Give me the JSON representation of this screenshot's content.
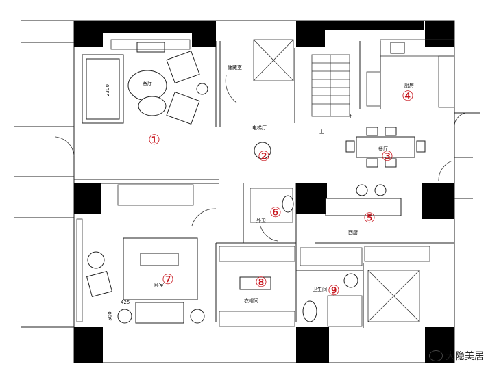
{
  "rooms": [
    {
      "id": "living",
      "label": "客厅",
      "number": "①"
    },
    {
      "id": "hall",
      "label": "电梯厅",
      "number": "②"
    },
    {
      "id": "dining",
      "label": "餐厅",
      "number": "③"
    },
    {
      "id": "kitchen",
      "label": "厨房",
      "number": "④"
    },
    {
      "id": "west-kitchen",
      "label": "西厨",
      "number": "⑤"
    },
    {
      "id": "guest-bath",
      "label": "外卫",
      "number": "⑥"
    },
    {
      "id": "bedroom",
      "label": "卧室",
      "number": "⑦"
    },
    {
      "id": "closet",
      "label": "衣帽间",
      "number": "⑧"
    },
    {
      "id": "bathroom",
      "label": "卫生间",
      "number": "⑨"
    }
  ],
  "misc_labels": {
    "storage": "储藏室",
    "up": "上",
    "down": "下",
    "dim_2300": "2300",
    "dim_425": "425",
    "dim_500": "500"
  },
  "watermark": "大隐美居",
  "colors": {
    "number_red": "#c8141c",
    "wall": "#000000",
    "line": "#222222"
  }
}
